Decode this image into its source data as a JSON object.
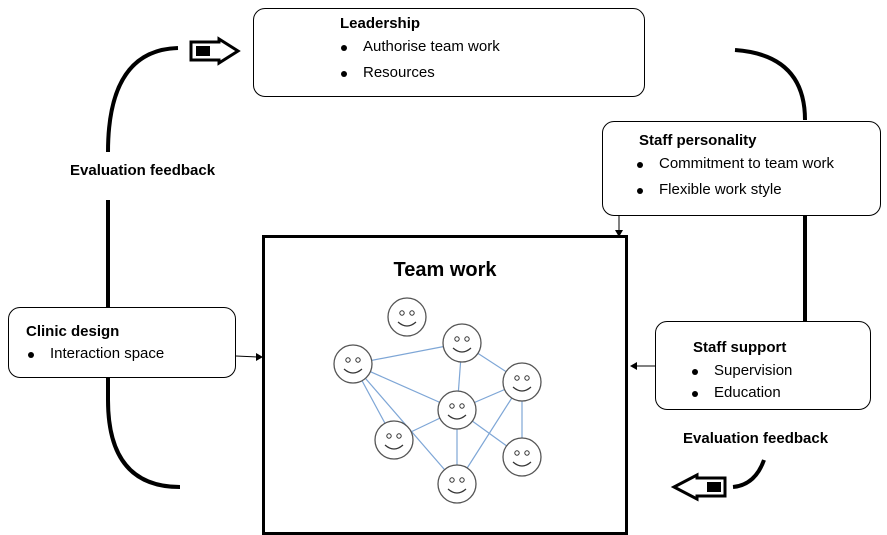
{
  "leadership": {
    "title": "Leadership",
    "items": [
      "Authorise team work",
      "Resources"
    ]
  },
  "staff_personality": {
    "title": "Staff personality",
    "items": [
      "Commitment to team work",
      "Flexible work style"
    ]
  },
  "clinic_design": {
    "title": "Clinic design",
    "items": [
      "Interaction space"
    ]
  },
  "staff_support": {
    "title": "Staff support",
    "items": [
      "Supervision",
      "Education"
    ]
  },
  "team_work": {
    "title": "Team work",
    "member_count": 8
  },
  "feedback": {
    "left_label": "Evaluation feedback",
    "right_label": "Evaluation feedback"
  },
  "colors": {
    "network_line": "#7ea6d6",
    "face_fill": "#ffffff",
    "outline": "#000000"
  },
  "icons": [
    "smiley-face-icon",
    "arrow-right-icon",
    "arrow-left-icon"
  ]
}
